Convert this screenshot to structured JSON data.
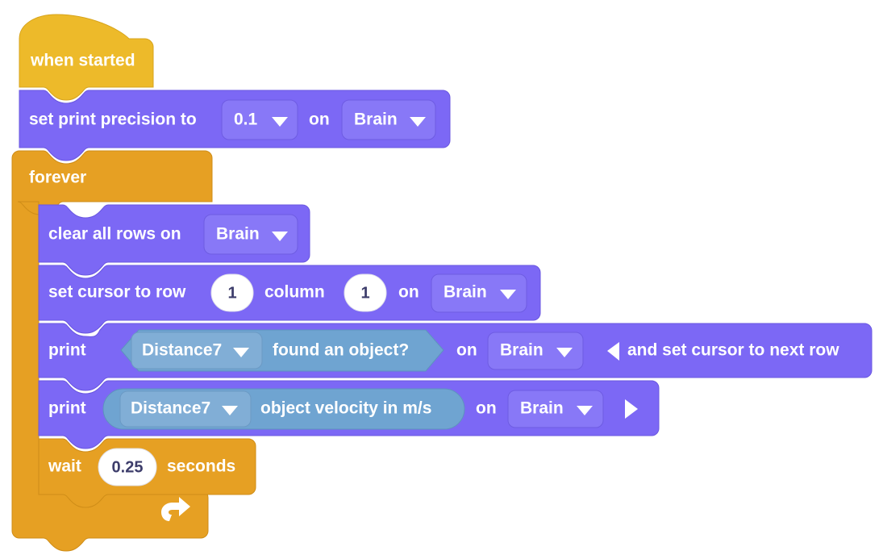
{
  "app": {
    "title": "VEXcode Block Program Workspace",
    "background_color": "#ffffff"
  },
  "palette": {
    "event_color": "#edba2a",
    "control_color": "#e6a023",
    "looks_color": "#7c68f5",
    "sensing_color": "#6fa4d1",
    "text_color": "#ffffff",
    "number_text_color": "#3d3d6b"
  },
  "program": {
    "name": "when-started-stack",
    "blocks": [
      {
        "id": "when-started",
        "kind": "hat",
        "category": "event",
        "label": "when started"
      },
      {
        "id": "set-print-precision",
        "kind": "statement",
        "category": "looks",
        "label_before": "set print precision to",
        "precision_dropdown": "0.1",
        "label_mid": "on",
        "device_dropdown": "Brain"
      },
      {
        "id": "forever",
        "kind": "c-block",
        "category": "control",
        "label": "forever",
        "loop_arrow_icon": "loop-arrow-icon",
        "children": [
          {
            "id": "clear-all-rows",
            "kind": "statement",
            "category": "looks",
            "label_before": "clear all rows on",
            "device_dropdown": "Brain"
          },
          {
            "id": "set-cursor",
            "kind": "statement",
            "category": "looks",
            "label_before": "set cursor to row",
            "row_value": "1",
            "label_mid1": "column",
            "column_value": "1",
            "label_mid2": "on",
            "device_dropdown": "Brain"
          },
          {
            "id": "print-found-object",
            "kind": "statement",
            "category": "looks",
            "label_before": "print",
            "reporter": {
              "id": "distance-found-object",
              "shape": "hexagon",
              "category": "sensing",
              "sensor_dropdown": "Distance7",
              "label": "found an object?"
            },
            "label_mid": "on",
            "device_dropdown": "Brain",
            "expand_icon": "collapse-left-arrow-icon",
            "expand_label": "and set cursor to next row"
          },
          {
            "id": "print-object-velocity",
            "kind": "statement",
            "category": "looks",
            "label_before": "print",
            "reporter": {
              "id": "distance-object-velocity",
              "shape": "oval",
              "category": "sensing",
              "sensor_dropdown": "Distance7",
              "label": "object velocity in m/s"
            },
            "label_mid": "on",
            "device_dropdown": "Brain",
            "expand_icon": "expand-right-arrow-icon"
          },
          {
            "id": "wait-seconds",
            "kind": "statement",
            "category": "control",
            "label_before": "wait",
            "seconds_value": "0.25",
            "label_after": "seconds"
          }
        ]
      }
    ]
  }
}
